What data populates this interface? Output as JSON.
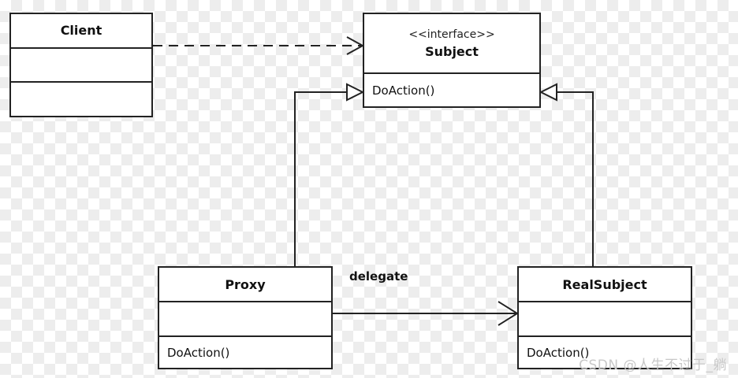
{
  "classes": {
    "client": {
      "name": "Client"
    },
    "subject": {
      "stereotype": "<<interface>>",
      "name": "Subject",
      "operation": "DoAction()"
    },
    "proxy": {
      "name": "Proxy",
      "operation": "DoAction()"
    },
    "real_subject": {
      "name": "RealSubject",
      "operation": "DoAction()"
    }
  },
  "relations": {
    "delegate_label": "delegate"
  },
  "watermark": "CSDN @人生不过于_躺"
}
